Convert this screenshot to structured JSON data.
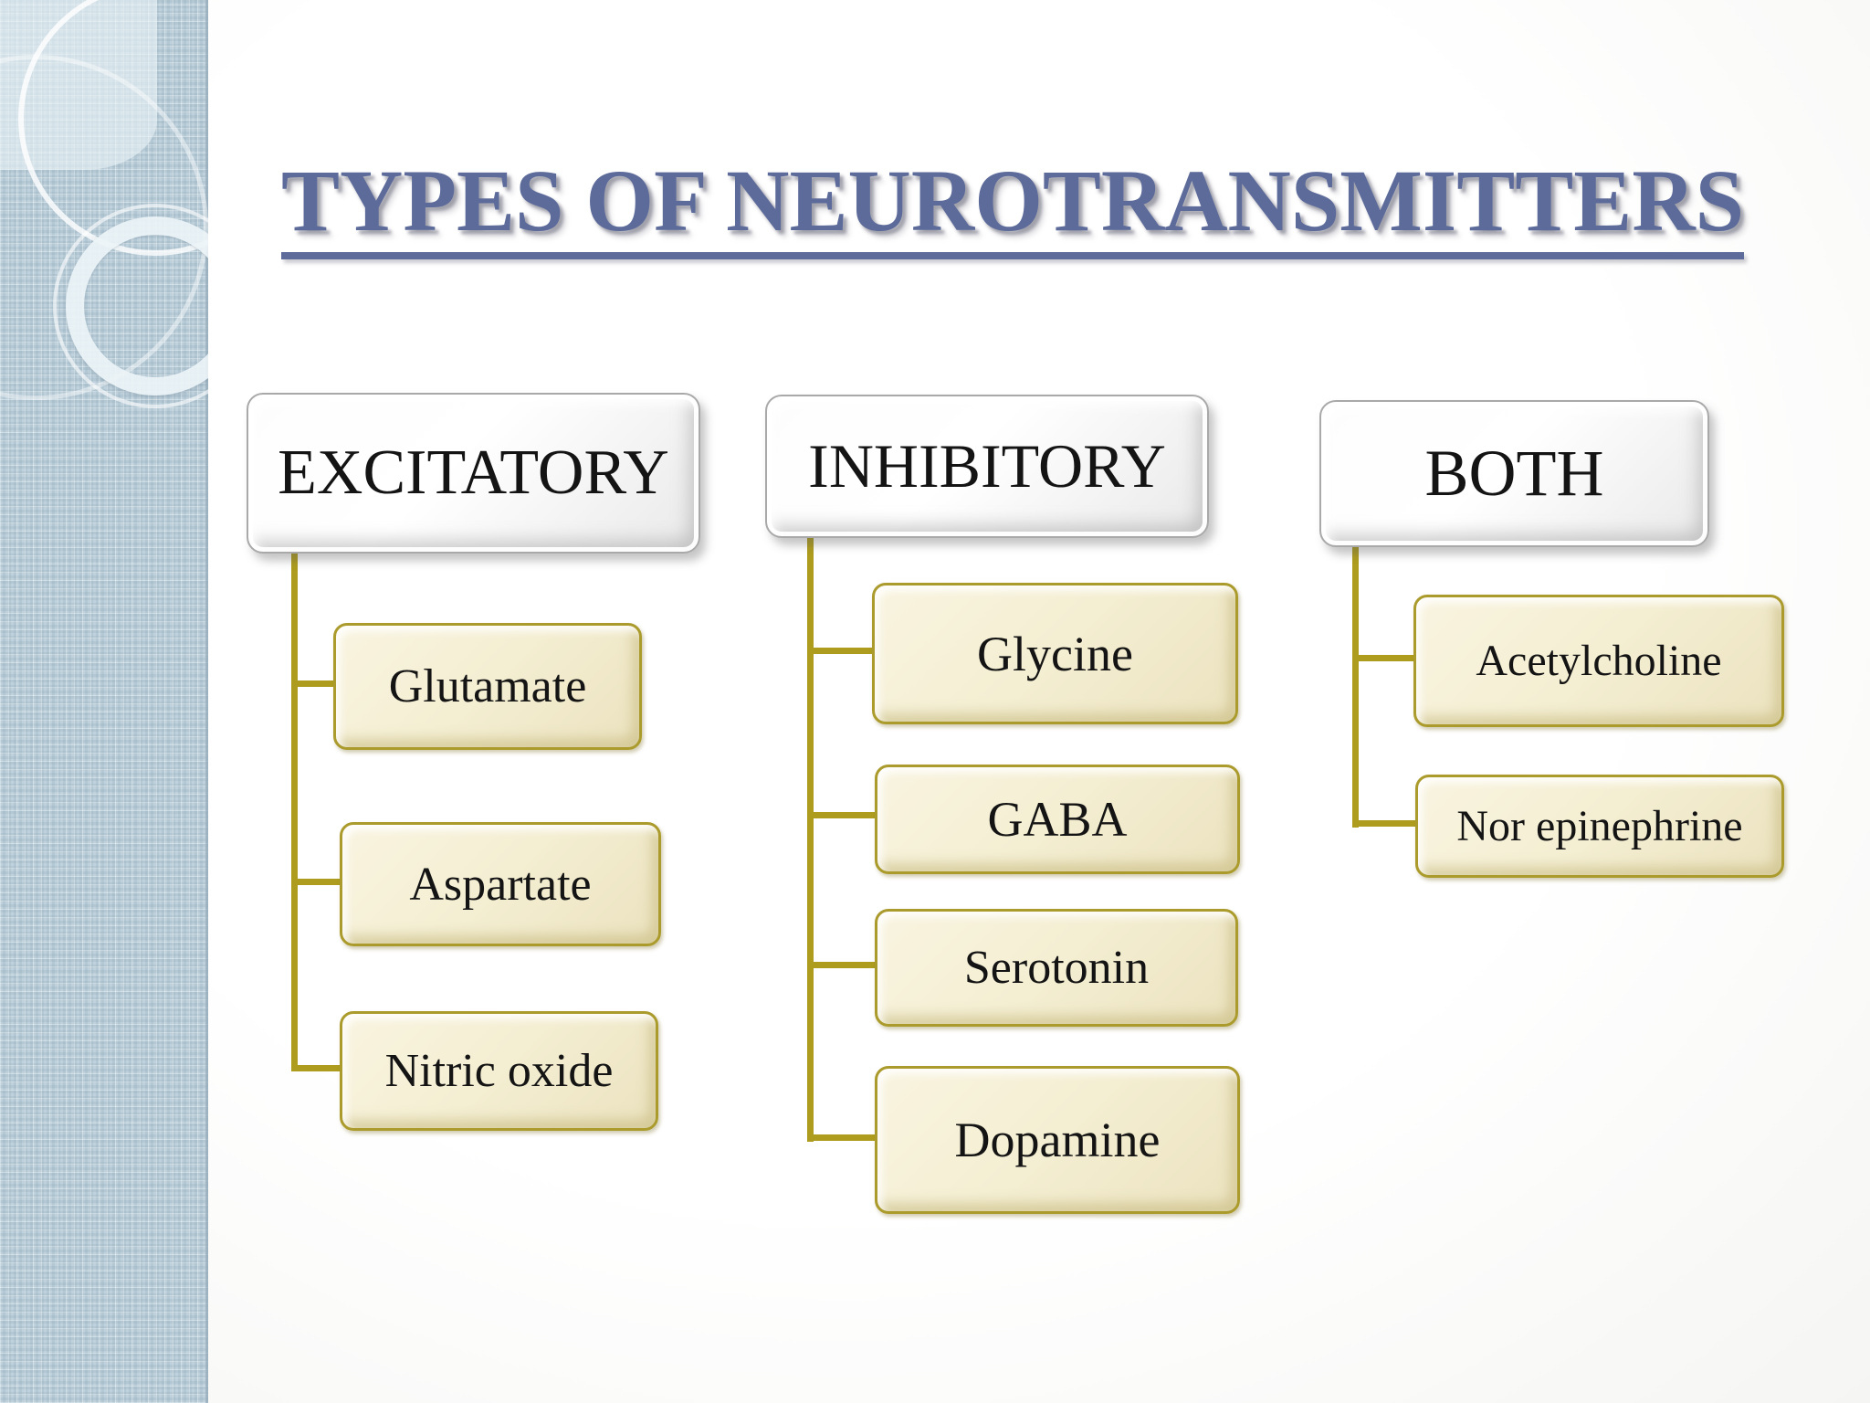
{
  "slide_title": "TYPES OF NEUROTRANSMITTERS",
  "diagram": {
    "type": "hierarchy",
    "columns": [
      {
        "header": "EXCITATORY",
        "children": [
          "Glutamate",
          "Aspartate",
          "Nitric oxide"
        ]
      },
      {
        "header": "INHIBITORY",
        "children": [
          "Glycine",
          "GABA",
          "Serotonin",
          "Dopamine"
        ]
      },
      {
        "header": "BOTH",
        "children": [
          "Acetylcholine",
          "Nor epinephrine"
        ]
      }
    ]
  },
  "colors": {
    "title_text": "#5d6b9a",
    "connector": "#ad9c1e",
    "child_box_fill": "#f4eed2",
    "child_box_border": "#ab9b2d",
    "header_box_fill": "#ffffff",
    "header_box_border": "#a9a9a9",
    "sidebar_blue": "#bed1dc",
    "text": "#141414"
  }
}
